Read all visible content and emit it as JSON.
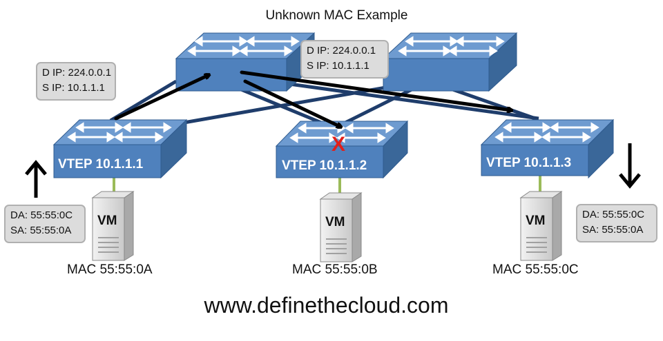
{
  "title": "Unknown MAC Example",
  "spine_callouts": [
    {
      "dest_ip": "D IP: 224.0.0.1",
      "src_ip": "S IP: 10.1.1.1"
    },
    {
      "dest_ip": "D IP: 224.0.0.1",
      "src_ip": "S IP: 10.1.1.1"
    }
  ],
  "vteps": [
    {
      "label": "VTEP 10.1.1.1",
      "vm_label": "VM",
      "mac": "MAC 55:55:0A"
    },
    {
      "label": "VTEP 10.1.1.2",
      "vm_label": "VM",
      "mac": "MAC 55:55:0B"
    },
    {
      "label": "VTEP 10.1.1.3",
      "vm_label": "VM",
      "mac": "MAC 55:55:0C"
    }
  ],
  "frame_callouts": [
    {
      "da": "DA: 55:55:0C",
      "sa": "SA: 55:55:0A"
    },
    {
      "da": "DA: 55:55:0C",
      "sa": "SA: 55:55:0A"
    }
  ],
  "drop_mark": "X",
  "footer": "www.definethecloud.com",
  "colors": {
    "switch_front": "#4f81bd",
    "switch_top": "#6e9bd0",
    "switch_side": "#3a6799",
    "link": "#1f3d6b",
    "vm_link": "#9bbb59",
    "arrow": "#000000",
    "drop": "#e0201b",
    "callout_bg": "#dcdcdc"
  },
  "icons": [
    "switch-icon",
    "server-icon",
    "arrow-up-icon",
    "arrow-down-icon",
    "drop-x-icon"
  ]
}
